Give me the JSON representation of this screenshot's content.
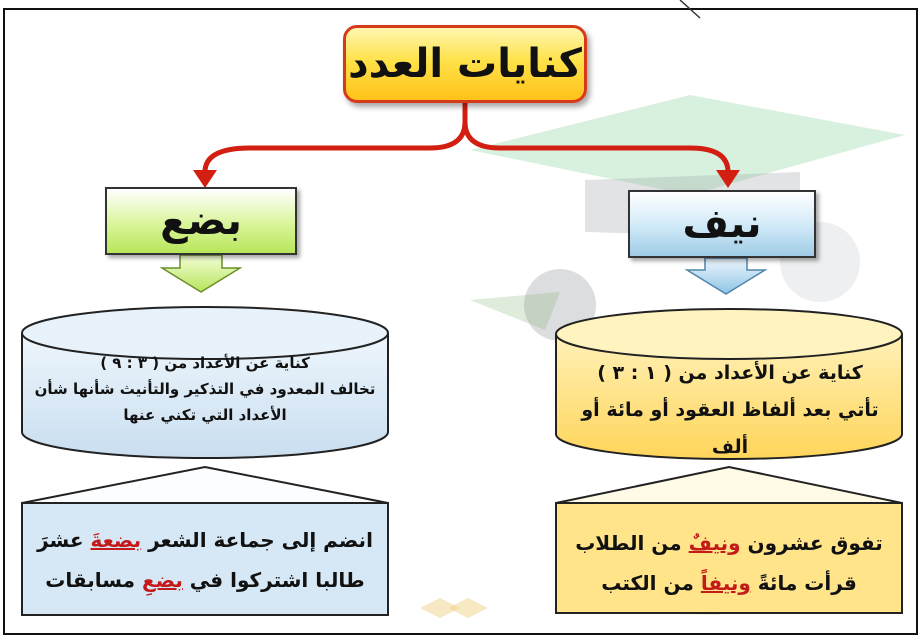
{
  "title": "كنايات العدد",
  "left": {
    "label": "بضع",
    "definition": [
      "كناية عن الأعداد من ( ٣ : ٩ )",
      "تخالف المعدود في التذكير والتأنيث شأنها شأن",
      "الأعداد التي تكني عنها"
    ],
    "examples": [
      {
        "before": "انضم إلى جماعة الشعر ",
        "keyword": "بضعةَ",
        "after": " عشرَ"
      },
      {
        "before": "طالبا اشتركوا في ",
        "keyword": "بضعِ",
        "after": " مسابقات"
      }
    ]
  },
  "right": {
    "label": "نيف",
    "definition": [
      "كناية عن الأعداد من ( ١ : ٣ )",
      "تأتي بعد ألفاظ العقود أو مائة أو ألف"
    ],
    "examples": [
      {
        "before": "تفوق عشرون ",
        "keyword": "ونيفٌ",
        "after": " من الطلاب"
      },
      {
        "before": "قرأت مائةً ",
        "keyword": "ونيفاً",
        "after": " من الكتب"
      }
    ]
  },
  "colors": {
    "title_border": "#d53a1a",
    "title_fill": "#ffd43a",
    "arrow_red": "#d21f12",
    "left_label_fill": "#c9ee7a",
    "right_label_fill": "#b9dcf0",
    "left_cylinder_fill": "#d9eaf7",
    "right_cylinder_fill": "#ffe38a",
    "keyword": "#c41a1a"
  }
}
